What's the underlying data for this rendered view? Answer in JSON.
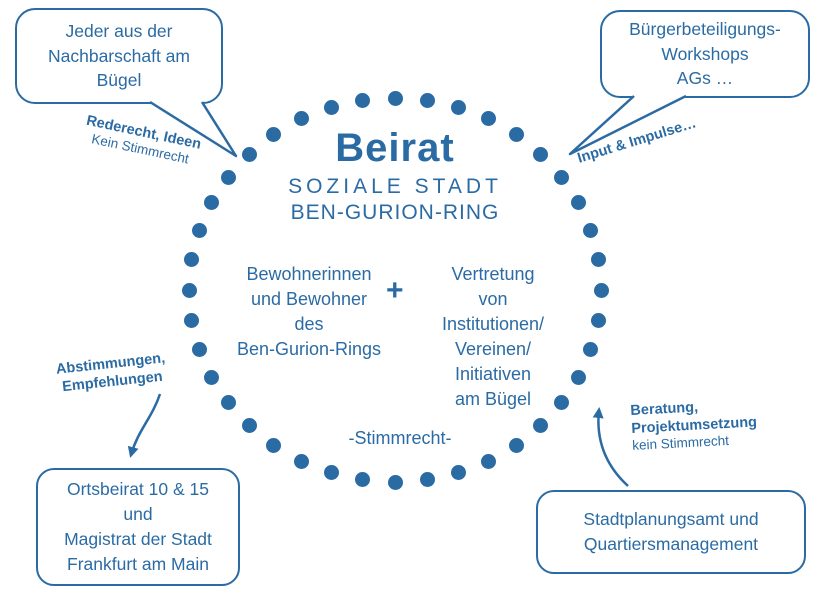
{
  "colors": {
    "accent": "#2b6ba4"
  },
  "center": {
    "title": "Beirat",
    "subtitle_1": "SOZIALE STADT",
    "subtitle_2": "BEN-GURION-RING",
    "left_group_lines": [
      "Bewohnerinnen",
      "und Bewohner",
      "des",
      "Ben-Gurion-Rings"
    ],
    "plus": "+",
    "right_group_lines": [
      "Vertretung",
      "von",
      "Institutionen/",
      "Vereinen/",
      "Initiativen",
      "am Bügel"
    ],
    "voting_note": "-Stimmrecht-"
  },
  "top_left": {
    "bubble_lines": [
      "Jeder aus der",
      "Nachbarschaft am",
      "Bügel"
    ],
    "label_bold": "Rederecht, Ideen",
    "label_regular": "Kein Stimmrecht"
  },
  "top_right": {
    "bubble_lines": [
      "Bürgerbeteiligungs-",
      "Workshops",
      "AGs …"
    ],
    "label_bold": "Input & Impulse…"
  },
  "bottom_left": {
    "box_lines": [
      "Ortsbeirat 10 & 15",
      "und",
      "Magistrat der Stadt",
      "Frankfurt am Main"
    ],
    "label_bold_1": "Abstimmungen,",
    "label_bold_2": "Empfehlungen"
  },
  "bottom_right": {
    "box_lines": [
      "Stadtplanungsamt und",
      "Quartiersmanagement"
    ],
    "label_bold_1": "Beratung,",
    "label_bold_2": "Projektumsetzung",
    "label_regular": "kein Stimmrecht"
  }
}
